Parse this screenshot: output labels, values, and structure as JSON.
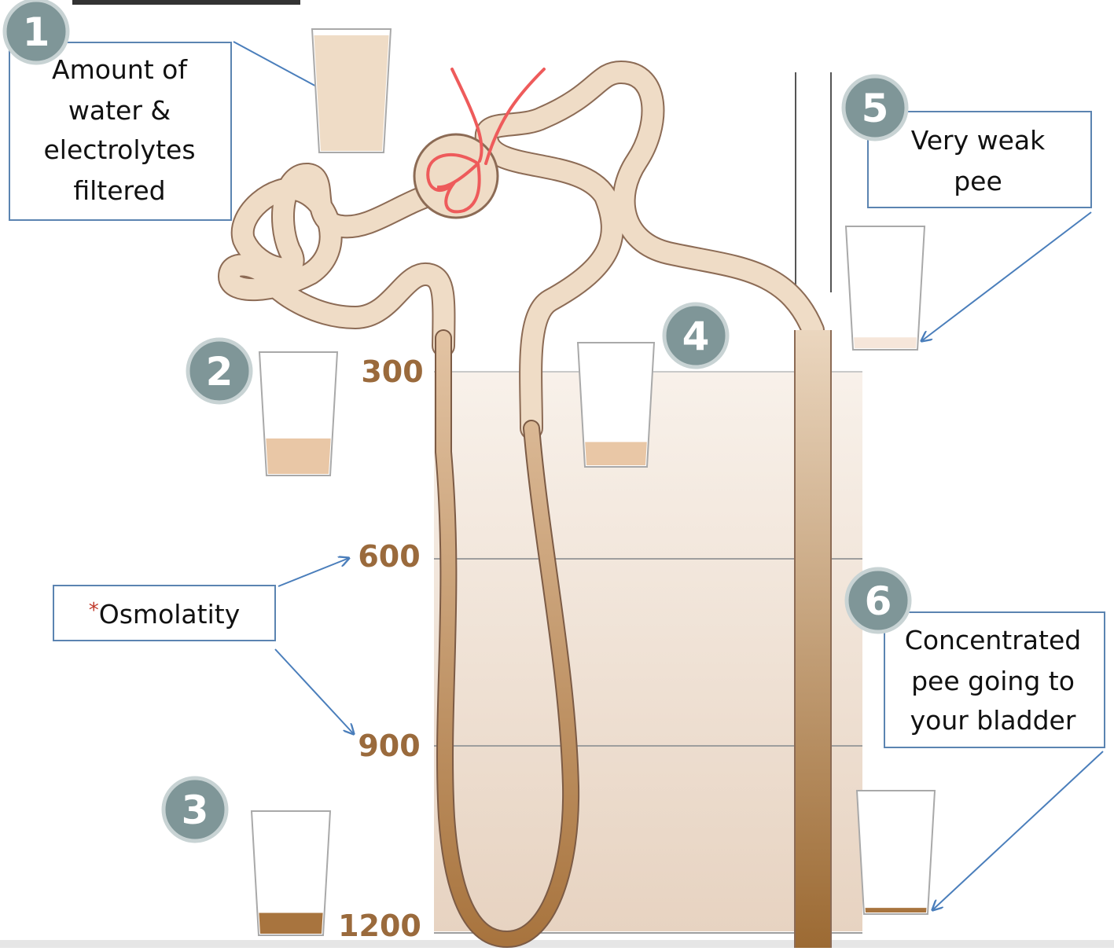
{
  "colors": {
    "tubule_light": "#efdcc6",
    "tubule_outline": "#8c6b55",
    "tubule_dark": "#a8743e",
    "vessel_red": "#ee5b5b",
    "badge_gray": "#7f9698",
    "box_border": "#5b84b1",
    "arrow_blue": "#4a7ebb",
    "osmolality_text": "#9a6a3c"
  },
  "steps": [
    {
      "number": "1",
      "lines": [
        "Amount of",
        "water &",
        "electrolytes",
        "filtered"
      ],
      "cup_fill_fraction": 0.95
    },
    {
      "number": "2",
      "lines": [],
      "cup_fill_fraction": 0.3
    },
    {
      "number": "3",
      "lines": [],
      "cup_fill_fraction": 0.18
    },
    {
      "number": "4",
      "lines": [],
      "cup_fill_fraction": 0.2
    },
    {
      "number": "5",
      "lines": [
        "Very weak",
        "pee"
      ],
      "cup_fill_fraction": 0.1
    },
    {
      "number": "6",
      "lines": [
        "Concentrated",
        "pee going to",
        "your bladder"
      ],
      "cup_fill_fraction": 0.05
    }
  ],
  "osmolality": {
    "label_star": "*",
    "label": "Osmolatity",
    "levels": [
      "300",
      "600",
      "900",
      "1200"
    ]
  }
}
